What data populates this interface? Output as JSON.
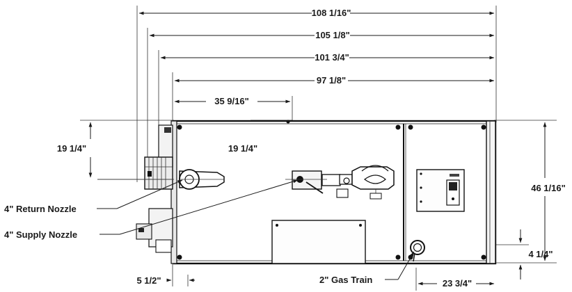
{
  "dimensions": {
    "overall_length": "108 1/16\"",
    "length_2": "105 1/8\"",
    "length_3": "101 3/4\"",
    "cabinet_length": "97 1/8\"",
    "burner_offset": "35 9/16\"",
    "return_height_left": "19 1/4\"",
    "supply_height": "19 1/4\"",
    "overall_height": "46 1/16\"",
    "gas_height": "4 1/4\"",
    "left_offset": "5 1/2\"",
    "gas_offset": "23 3/4\""
  },
  "callouts": {
    "return_nozzle": "4\" Return Nozzle",
    "supply_nozzle": "4\" Supply Nozzle",
    "gas_train": "2\" Gas Train"
  }
}
